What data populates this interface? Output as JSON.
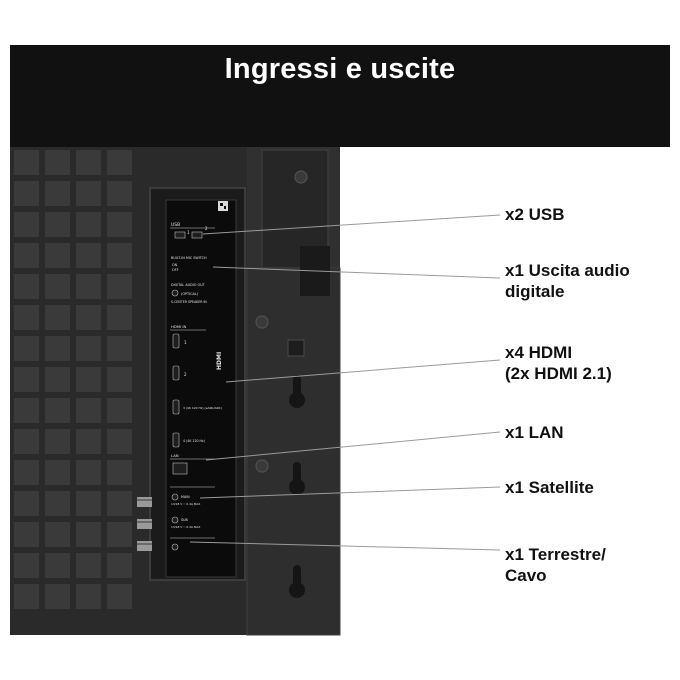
{
  "header": {
    "title": "Ingressi e uscite"
  },
  "features": [
    {
      "id": "usb",
      "lines": [
        "x2 USB"
      ]
    },
    {
      "id": "audio",
      "lines": [
        "x1 Uscita audio",
        "digitale"
      ]
    },
    {
      "id": "hdmi",
      "lines": [
        "x4 HDMI",
        "(2x HDMI 2.1)"
      ]
    },
    {
      "id": "lan",
      "lines": [
        "x1 LAN"
      ]
    },
    {
      "id": "satellite",
      "lines": [
        "x1 Satellite"
      ]
    },
    {
      "id": "antenna",
      "lines": [
        "x1 Terrestre/",
        "Cavo"
      ]
    }
  ],
  "panel": {
    "usb_title": "USB",
    "usb_1": "1",
    "usb_2": "2",
    "mic_switch": "BUILT-IN MIC SWITCH",
    "mic_on": "ON",
    "mic_off": "OFF",
    "digital_audio_out": "DIGITAL AUDIO OUT",
    "optical": "(OPTICAL)",
    "center_speaker_in": "S-CENTER SPEAKER IN",
    "hdmi_in_title": "HDMI IN",
    "hdmi_logo": "HDMI",
    "hdmi_1": "1",
    "hdmi_2": "2",
    "hdmi_3": "3 (4K 120 Hz) (eARC/ARC)",
    "hdmi_4": "4 (4K 120 Hz)",
    "lan_title": "LAN",
    "sat_main": "MAIN",
    "sat_voltage": "13/18 V ⎓ 0.4A MAX",
    "sat_sub": "SUB",
    "sat_sub_voltage": "13/18 V ⎓ 0.4A MAX"
  },
  "colors": {
    "banner": "#111112",
    "tv_body": "#2c2c2c",
    "grille_cell": "#3a3a3a",
    "label_panel": "#0e0e0e",
    "callout_line": "#9a9a9a"
  }
}
